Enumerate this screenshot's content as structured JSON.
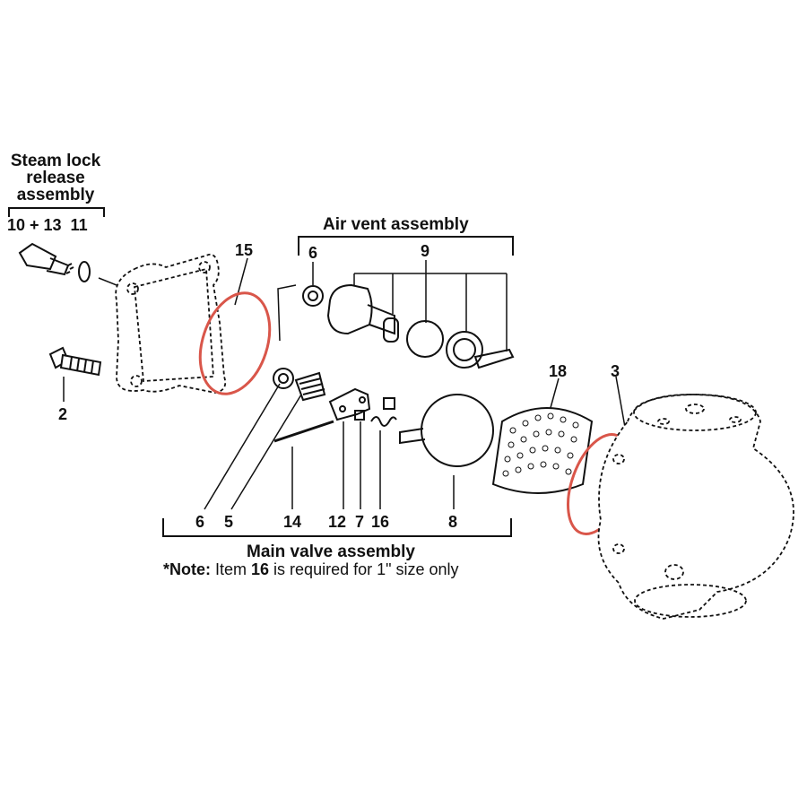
{
  "groups": {
    "steam_lock": {
      "title_lines": [
        "Steam lock",
        "release",
        "assembly"
      ],
      "items_label": "10 + 13  11"
    },
    "air_vent": {
      "title": "Air vent assembly"
    },
    "main_valve": {
      "title": "Main valve assembly"
    }
  },
  "note": {
    "prefix": "*Note:",
    "text_before": " Item ",
    "item": "16",
    "text_after": " is required for 1\" size only"
  },
  "callouts": {
    "n15": "15",
    "n6_top": "6",
    "n9": "9",
    "n2": "2",
    "n18": "18",
    "n3": "3",
    "n6_bottom": "6",
    "n5": "5",
    "n14": "14",
    "n12": "12",
    "n7": "7",
    "n16": "16",
    "n8": "8"
  },
  "colors": {
    "line": "#111111",
    "gasket": "#d9564a",
    "gasket_fill": "#f4c7c0"
  }
}
